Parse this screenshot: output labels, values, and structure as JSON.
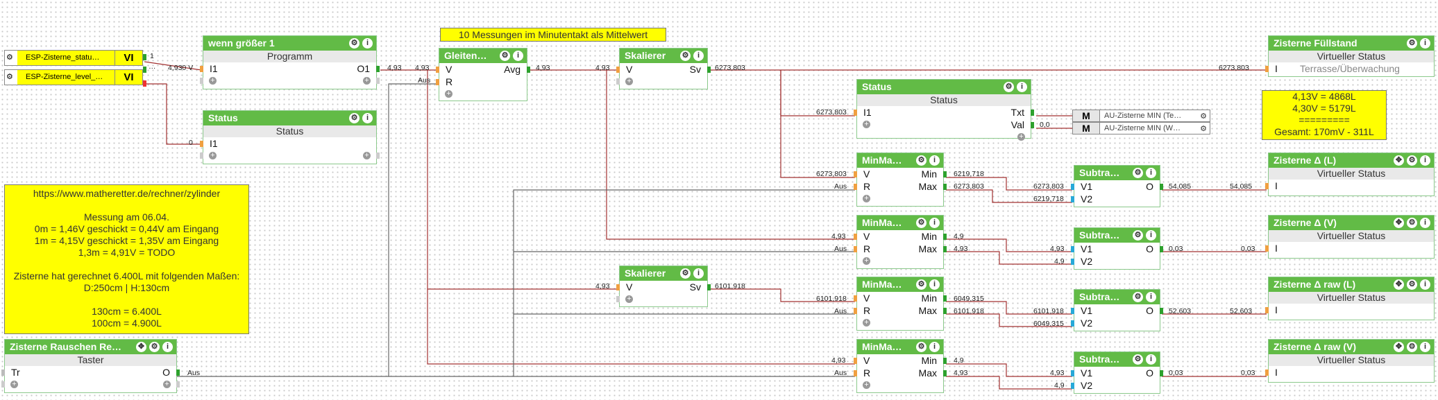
{
  "esp": [
    {
      "label": "ESP-Zisterne_statu…",
      "type": "VI"
    },
    {
      "label": "ESP-Zisterne_level_…",
      "type": "VI"
    }
  ],
  "esp_out_labels": {
    "a": "1",
    "b": "…"
  },
  "blocks": {
    "wenn": {
      "title": "wenn größer 1",
      "sub": "Programm",
      "in1": "I1",
      "out1": "O1"
    },
    "status1": {
      "title": "Status",
      "sub": "Status",
      "in1": "I1"
    },
    "gleiten": {
      "title": "Gleiten…",
      "in1": "V",
      "in2": "R",
      "out1": "Avg"
    },
    "skal1": {
      "title": "Skalierer",
      "in1": "V",
      "out1": "Sv"
    },
    "skal2": {
      "title": "Skalierer",
      "in1": "V",
      "out1": "Sv"
    },
    "status2": {
      "title": "Status",
      "sub": "Status",
      "in1": "I1",
      "out1": "Txt",
      "out2": "Val"
    },
    "minmax1": {
      "title": "MinMa…",
      "in1": "V",
      "in2": "R",
      "out1": "Min",
      "out2": "Max"
    },
    "minmax2": {
      "title": "MinMa…",
      "in1": "V",
      "in2": "R",
      "out1": "Min",
      "out2": "Max"
    },
    "minmax3": {
      "title": "MinMa…",
      "in1": "V",
      "in2": "R",
      "out1": "Min",
      "out2": "Max"
    },
    "minmax4": {
      "title": "MinMa…",
      "in1": "V",
      "in2": "R",
      "out1": "Min",
      "out2": "Max"
    },
    "sub1": {
      "title": "Subtra…",
      "in1": "V1",
      "in2": "V2",
      "out1": "O"
    },
    "sub2": {
      "title": "Subtra…",
      "in1": "V1",
      "in2": "V2",
      "out1": "O"
    },
    "sub3": {
      "title": "Subtra…",
      "in1": "V1",
      "in2": "V2",
      "out1": "O"
    },
    "sub4": {
      "title": "Subtra…",
      "in1": "V1",
      "in2": "V2",
      "out1": "O"
    },
    "taster": {
      "title": "Zisterne  Rauschen  Re…",
      "sub": "Taster",
      "in1": "Tr",
      "out1": "O"
    },
    "vs_fuell": {
      "title": "Zisterne Füllstand",
      "sub": "Virtueller Status",
      "in1": "I",
      "extra": "Terrasse/Überwachung"
    },
    "vs_dl": {
      "title": "Zisterne Δ (L)",
      "sub": "Virtueller Status",
      "in1": "I"
    },
    "vs_dv": {
      "title": "Zisterne Δ (V)",
      "sub": "Virtueller Status",
      "in1": "I"
    },
    "vs_drl": {
      "title": "Zisterne Δ raw (L)",
      "sub": "Virtueller Status",
      "in1": "I"
    },
    "vs_drv": {
      "title": "Zisterne Δ raw (V)",
      "sub": "Virtueller Status",
      "in1": "I"
    }
  },
  "refs": [
    {
      "mark": "M",
      "text": "AU-Zisterne MIN (Te…"
    },
    {
      "mark": "M",
      "text": "AU-Zisterne MIN (W…"
    }
  ],
  "notes": {
    "top": "10 Messungen im Minutentakt als Mittelwert",
    "right": "4,13V = 4868L\n4,30V = 5179L\n=========\nGesamt: 170mV - 311L",
    "left": "https://www.matheretter.de/rechner/zylinder\n\nMessung am 06.04.\n0m = 1,46V geschickt = 0,44V am Eingang\n1m = 4,15V geschickt = 1,35V am Eingang\n1,3m = 4,91V = TODO\n\nZisterne hat gerechnet 6.400L mit folgenden Maßen:\nD:250cm | H:130cm\n\n130cm = 6.400L\n100cm = 4.900L"
  },
  "wire_labels": {
    "esp2_out": "4,930 V",
    "status1_in": "0",
    "wenn_out": "4,93",
    "gleiten_in": "4,93",
    "gleiten_r": "Aus",
    "gleiten_out": "4,93",
    "skal1_in": "4,93",
    "skal1_out": "6273,803",
    "fuell_in": "6273,803",
    "status2_in": "6273,803",
    "status2_val": "0,0",
    "mm1_in": "6273,803",
    "mm1_r": "Aus",
    "mm1_min": "6219,718",
    "mm1_max": "6273,803",
    "sub1_v1": "6273,803",
    "sub1_v2": "6219,718",
    "sub1_out": "54,085",
    "dl_in": "54,085",
    "mm2_in": "4,93",
    "mm2_r": "Aus",
    "mm2_min": "4,9",
    "mm2_max": "4,93",
    "sub2_v1": "4,93",
    "sub2_v2": "4,9",
    "sub2_out": "0,03",
    "dv_in": "0,03",
    "skal2_in": "4,93",
    "skal2_out": "6101,918",
    "mm3_in": "6101,918",
    "mm3_r": "Aus",
    "mm3_min": "6049,315",
    "mm3_max": "6101,918",
    "sub3_v1": "6101,918",
    "sub3_v2": "6049,315",
    "sub3_out": "52,603",
    "drl_in": "52,603",
    "mm4_in": "4,93",
    "mm4_r": "Aus",
    "mm4_min": "4,9",
    "mm4_max": "4,93",
    "sub4_v1": "4,93",
    "sub4_v2": "4,9",
    "sub4_out": "0,03",
    "drv_in": "0,03",
    "taster_out": "Aus"
  },
  "colors": {
    "header": "#62bb46",
    "wire_value": "#a23030",
    "wire_bool": "#555555",
    "note": "#ffff00"
  }
}
